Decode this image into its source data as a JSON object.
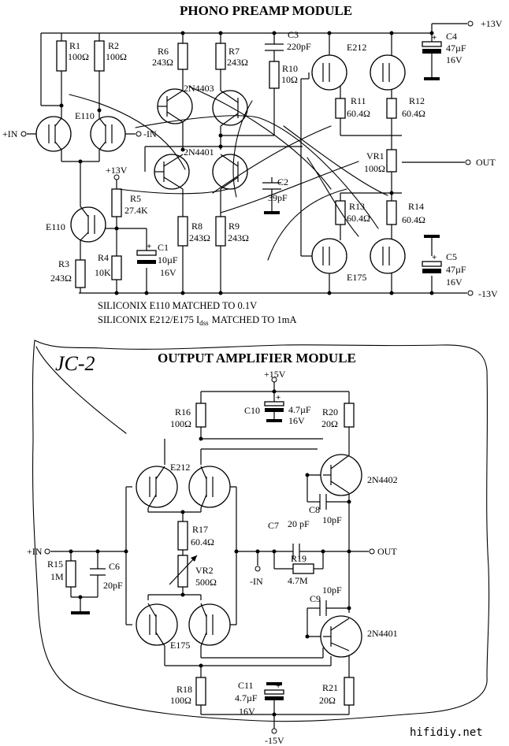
{
  "preamp": {
    "title": "PHONO PREAMP MODULE",
    "rails": {
      "pos": "+13V",
      "neg": "-13V",
      "pos_local": "+13V"
    },
    "io": {
      "in_pos": "+IN",
      "in_neg": "-IN",
      "out": "OUT"
    },
    "components": {
      "r1": [
        "R1",
        "100Ω"
      ],
      "r2": [
        "R2",
        "100Ω"
      ],
      "r6": [
        "R6",
        "243Ω"
      ],
      "r7": [
        "R7",
        "243Ω"
      ],
      "c3": [
        "C3",
        "220pF"
      ],
      "r10": [
        "R10",
        "10Ω"
      ],
      "c4": [
        "C4",
        "47µF",
        "16V"
      ],
      "r11": [
        "R11",
        "60.4Ω"
      ],
      "r12": [
        "R12",
        "60.4Ω"
      ],
      "vr1": [
        "VR1",
        "100Ω"
      ],
      "r5": [
        "R5",
        "27.4K"
      ],
      "c2": [
        "C2",
        "39pF"
      ],
      "r13": [
        "R13",
        "60.4Ω"
      ],
      "r14": [
        "R14",
        "60.4Ω"
      ],
      "r8": [
        "R8",
        "243Ω"
      ],
      "r9": [
        "R9",
        "243Ω"
      ],
      "r4": [
        "R4",
        "10K"
      ],
      "c1": [
        "C1",
        "10µF",
        "16V"
      ],
      "r3": [
        "R3",
        "243Ω"
      ],
      "c5": [
        "C5",
        "47µF",
        "16V"
      ]
    },
    "devices": {
      "q_pnp": "2N4403",
      "q_npn": "2N4401",
      "e110_pair": "E110",
      "e110_cs": "E110",
      "e212": "E212",
      "e175": "E175"
    },
    "notes": [
      "SILICONIX E110 MATCHED TO 0.1V",
      "SILICONIX E212/E175 I",
      "dss",
      "MATCHED TO 1mA"
    ]
  },
  "output": {
    "title": "OUTPUT AMPLIFIER MODULE",
    "handwriting": "JC-2",
    "rails": {
      "pos": "+15V",
      "neg": "-15V"
    },
    "io": {
      "in_pos": "+IN",
      "in_neg": "-IN",
      "out": "OUT"
    },
    "components": {
      "r16": [
        "R16",
        "100Ω"
      ],
      "c10": [
        "C10",
        "4.7µF",
        "16V"
      ],
      "r20": [
        "R20",
        "20Ω"
      ],
      "r17": [
        "R17",
        "60.4Ω"
      ],
      "vr2": [
        "VR2",
        "500Ω"
      ],
      "c7": [
        "C7",
        "20 pF"
      ],
      "r19": [
        "R19",
        "4.7M"
      ],
      "c8": [
        "C8",
        "10pF"
      ],
      "c9": [
        "C9",
        "10pF"
      ],
      "r15": [
        "R15",
        "1M"
      ],
      "c6": [
        "C6",
        "20pF"
      ],
      "r18": [
        "R18",
        "100Ω"
      ],
      "c11": [
        "C11",
        "4.7µF",
        "16V"
      ],
      "r21": [
        "R21",
        "20Ω"
      ]
    },
    "devices": {
      "e212": "E212",
      "e175": "E175",
      "q_pnp": "2N4402",
      "q_npn": "2N4401"
    }
  },
  "watermark": "hifidiy.net"
}
